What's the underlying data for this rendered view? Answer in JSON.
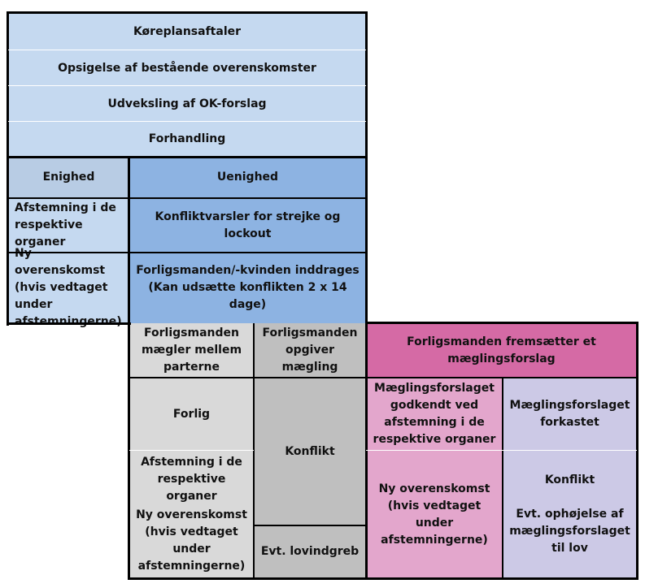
{
  "rows": {
    "koereplan": "Køreplansaftaler",
    "opsigelse": "Opsigelse af bestående overenskomster",
    "udveksling": "Udveksling af OK-forslag",
    "forhandling": "Forhandling"
  },
  "enighed": {
    "header": "Enighed",
    "afstemning": "Afstemning i de respektive organer",
    "ny_ok": "Ny overenskomst (hvis vedtaget under afstemningerne)"
  },
  "uenighed": {
    "header": "Uenighed",
    "konfliktvarsler": "Konfliktvarsler for strejke og lockout",
    "forligsmand": "Forligsmanden/-kvinden inddrages (Kan udsætte konflikten 2 x 14 dage)"
  },
  "maegler": {
    "maegler": "Forligsmanden mægler mellem parterne",
    "forlig": "Forlig",
    "afstemning": "Afstemning i de respektive organer",
    "ny_ok": "Ny overenskomst (hvis vedtaget under afstemningerne)"
  },
  "opgiver": {
    "opgiver": "Forligsmanden opgiver mægling",
    "konflikt": "Konflikt",
    "lovindgreb": "Evt. lovindgreb"
  },
  "forslag": {
    "header": "Forligsmanden fremsætter et mæglingsforslag",
    "godkendt": "Mæglingsforslaget godkendt ved afstemning i de respektive organer",
    "ny_ok": "Ny overenskomst (hvis vedtaget under afstemningerne)",
    "forkastet": "Mæglingsforslaget forkastet",
    "konflikt": "Konflikt",
    "ophoejelse": "Evt. ophøjelse af mæglingsforslaget til lov"
  },
  "colors": {
    "light_blue": "#c5d9f0",
    "mid_blue": "#b8cce4",
    "blue": "#8db3e2",
    "light_gray": "#d9d9d9",
    "gray": "#bfbfbf",
    "magenta": "#d56aa5",
    "pink": "#e3a6cc",
    "lavender": "#ccc9e6"
  }
}
